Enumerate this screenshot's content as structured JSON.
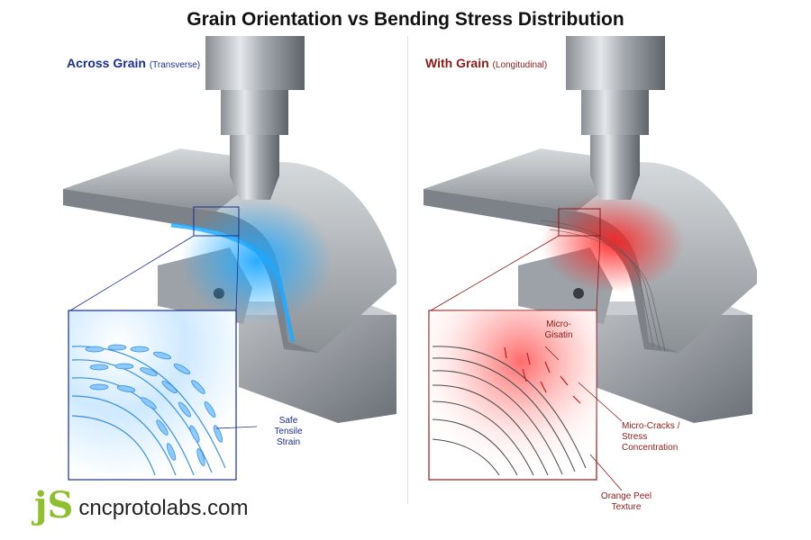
{
  "title": "Grain Orientation vs Bending Stress Distribution",
  "left_panel": {
    "heading": "Across Grain",
    "subheading": "(Transverse)",
    "accent_color": "#1a2f8a",
    "glow_color": "#1fa8ff",
    "callout_lines": [
      "Safe",
      "Tensile",
      "Strain"
    ]
  },
  "right_panel": {
    "heading": "With Grain",
    "subheading": "(Longitudinal)",
    "accent_color": "#8b1b1b",
    "glow_color": "#ff2020",
    "callout_top_lines": [
      "Micro-",
      "Gisatin"
    ],
    "callout_mid_lines": [
      "Micro-Cracks /",
      "Stress",
      "Concentration"
    ],
    "callout_bottom_lines": [
      "Orange Peel",
      "Texture"
    ]
  },
  "logo": {
    "mark": "jS",
    "text": "cncprotolabs.com"
  }
}
